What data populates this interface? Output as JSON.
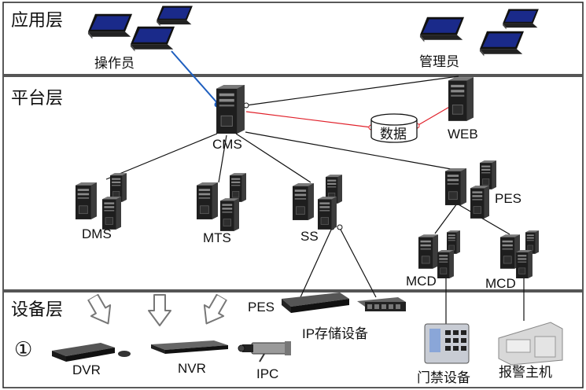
{
  "layers": {
    "application": "应用层",
    "platform": "平台层",
    "device": "设备层"
  },
  "labels": {
    "operator": "操作员",
    "admin": "管理员",
    "cms": "CMS",
    "web": "WEB",
    "db": "数据",
    "dms": "DMS",
    "mts": "MTS",
    "ss": "SS",
    "pes_platform": "PES",
    "mcd1": "MCD",
    "mcd2": "MCD",
    "pes_device": "PES",
    "ip_storage": "IP存储设备",
    "dvr": "DVR",
    "nvr": "NVR",
    "ipc": "IPC",
    "access_control": "门禁设备",
    "alarm_host": "报警主机",
    "circled_one": "①"
  },
  "colors": {
    "operator_link": "#1f5fbf",
    "db_link": "#e0202a",
    "link": "#111111",
    "laptop_screen": "#1a2a8a",
    "server": "#2a2a2a"
  },
  "icons": {
    "laptop": "laptop-icon",
    "server": "server-tower-icon",
    "database": "database-icon",
    "arrow": "down-arrow-icon",
    "recorder": "recorder-icon",
    "camera": "ip-camera-icon",
    "keypad": "access-keypad-icon",
    "alarm": "alarm-panel-icon"
  }
}
